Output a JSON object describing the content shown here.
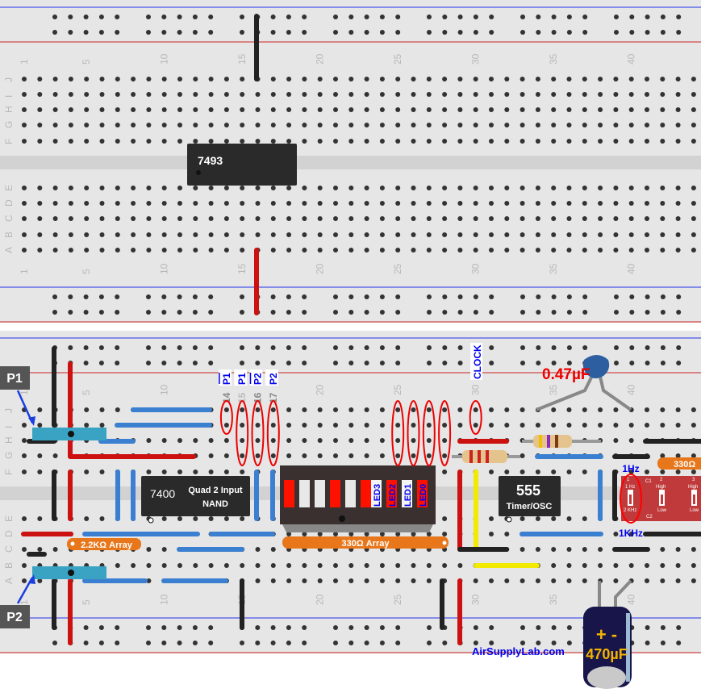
{
  "breadboard": {
    "row_letters_top": [
      "J",
      "I",
      "H",
      "G",
      "F"
    ],
    "row_letters_bottom": [
      "E",
      "D",
      "C",
      "B",
      "A"
    ],
    "column_numbers": [
      "1",
      "5",
      "10",
      "15",
      "20",
      "25",
      "30",
      "35",
      "40"
    ]
  },
  "upper_board": {
    "chip_label": "7493"
  },
  "lower_board": {
    "p1_label": "P1",
    "p2_label": "P2",
    "pin_labels": [
      {
        "num": "14",
        "name": "P1",
        "overline": true
      },
      {
        "num": "15",
        "name": "P1",
        "overline": false
      },
      {
        "num": "16",
        "name": "P2",
        "overline": true
      },
      {
        "num": "17",
        "name": "P2",
        "overline": false
      }
    ],
    "clock_label": "CLOCK",
    "nand_chip": {
      "part": "7400",
      "desc_line1": "Quad 2 Input",
      "desc_line2": "NAND"
    },
    "led_bar_labels": [
      "LED3",
      "LED2",
      "LED1",
      "LED0"
    ],
    "led_bar_segments": [
      "on",
      "off",
      "off",
      "on",
      "off",
      "on",
      "off",
      "on",
      "off",
      "on"
    ],
    "resistor_array_left": "2.2KΩ Array",
    "resistor_array_mid": "330Ω Array",
    "resistor_array_right": "330Ω",
    "timer_chip": {
      "part": "555",
      "desc": "Timer/OSC"
    },
    "ceramic_cap": "0.47µF",
    "electrolytic_cap": {
      "polarity": "+ -",
      "value": "470µF"
    },
    "freq_top": "1Hz",
    "freq_bottom": "1KHz",
    "dip_switch": {
      "sw1": {
        "num": "1",
        "top": "1 Hz",
        "bottom": "2 KHz"
      },
      "c1": "C1",
      "c2": "C2",
      "sw2": {
        "num": "2",
        "top": "High",
        "bottom": "Low"
      },
      "sw3": {
        "num": "3",
        "top": "High",
        "bottom": "Low"
      }
    },
    "watermark": "AirSupplyLab.com"
  },
  "colors": {
    "board": "#e6e6e6",
    "wire_red": "#c11",
    "wire_black": "#222",
    "wire_blue": "#3a7fd0",
    "wire_yellow": "#f2ea00",
    "array_orange": "#e8761a",
    "label_blue": "#0000ee",
    "label_red": "#ee0000"
  }
}
